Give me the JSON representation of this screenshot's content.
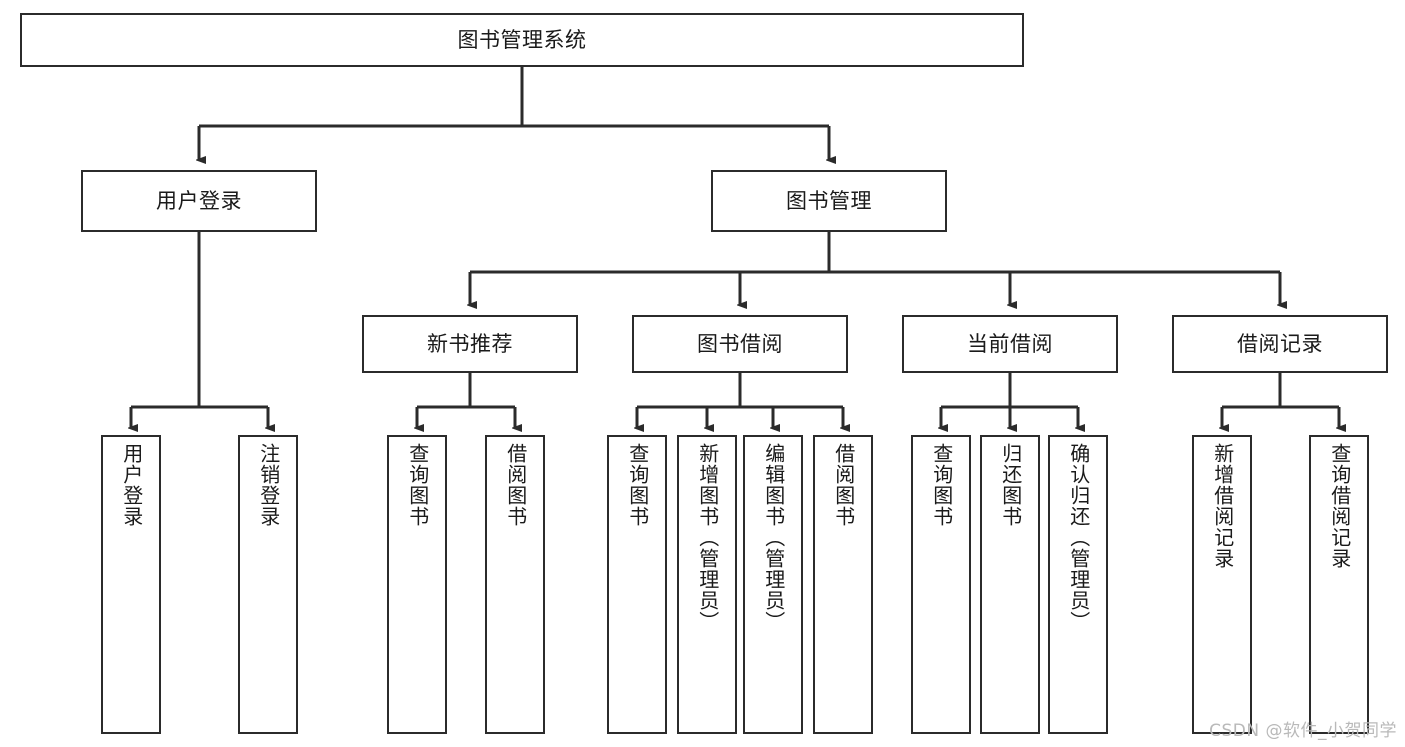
{
  "diagram": {
    "type": "tree-hierarchy",
    "title": "图书管理系统",
    "watermark": "CSDN @软件_小贺同学",
    "colors": {
      "border": "#2b2b2b",
      "background": "#ffffff",
      "text": "#1a1a1a",
      "connector": "#2b2b2b",
      "watermark": "#b9b9b9"
    },
    "levels": [
      {
        "level": 1,
        "nodes": [
          {
            "id": "root",
            "label": "图书管理系统",
            "orientation": "horizontal"
          }
        ]
      },
      {
        "level": 2,
        "nodes": [
          {
            "id": "user-login",
            "label": "用户登录",
            "orientation": "horizontal",
            "parent": "root"
          },
          {
            "id": "book-manage",
            "label": "图书管理",
            "orientation": "horizontal",
            "parent": "root"
          }
        ]
      },
      {
        "level": 3,
        "nodes": [
          {
            "id": "new-book-rec",
            "label": "新书推荐",
            "orientation": "horizontal",
            "parent": "book-manage"
          },
          {
            "id": "book-borrow",
            "label": "图书借阅",
            "orientation": "horizontal",
            "parent": "book-manage"
          },
          {
            "id": "current-borrow",
            "label": "当前借阅",
            "orientation": "horizontal",
            "parent": "book-manage"
          },
          {
            "id": "borrow-record",
            "label": "借阅记录",
            "orientation": "horizontal",
            "parent": "book-manage"
          }
        ]
      },
      {
        "level": 4,
        "nodes": [
          {
            "id": "leaf-user-login",
            "label": "用户登录",
            "orientation": "vertical",
            "parent": "user-login"
          },
          {
            "id": "leaf-logout",
            "label": "注销登录",
            "orientation": "vertical",
            "parent": "user-login"
          },
          {
            "id": "leaf-query-book-1",
            "label": "查询图书",
            "orientation": "vertical",
            "parent": "new-book-rec"
          },
          {
            "id": "leaf-borrow-book-1",
            "label": "借阅图书",
            "orientation": "vertical",
            "parent": "new-book-rec"
          },
          {
            "id": "leaf-query-book-2",
            "label": "查询图书",
            "orientation": "vertical",
            "parent": "book-borrow"
          },
          {
            "id": "leaf-add-book",
            "label": "新增图书（管理员）",
            "orientation": "vertical",
            "parent": "book-borrow"
          },
          {
            "id": "leaf-edit-book",
            "label": "编辑图书（管理员）",
            "orientation": "vertical",
            "parent": "book-borrow"
          },
          {
            "id": "leaf-borrow-book-2",
            "label": "借阅图书",
            "orientation": "vertical",
            "parent": "book-borrow"
          },
          {
            "id": "leaf-query-book-3",
            "label": "查询图书",
            "orientation": "vertical",
            "parent": "current-borrow"
          },
          {
            "id": "leaf-return-book",
            "label": "归还图书",
            "orientation": "vertical",
            "parent": "current-borrow"
          },
          {
            "id": "leaf-confirm-return",
            "label": "确认归还（管理员）",
            "orientation": "vertical",
            "parent": "current-borrow"
          },
          {
            "id": "leaf-add-record",
            "label": "新增借阅记录",
            "orientation": "vertical",
            "parent": "borrow-record"
          },
          {
            "id": "leaf-query-record",
            "label": "查询借阅记录",
            "orientation": "vertical",
            "parent": "borrow-record"
          }
        ]
      }
    ]
  }
}
